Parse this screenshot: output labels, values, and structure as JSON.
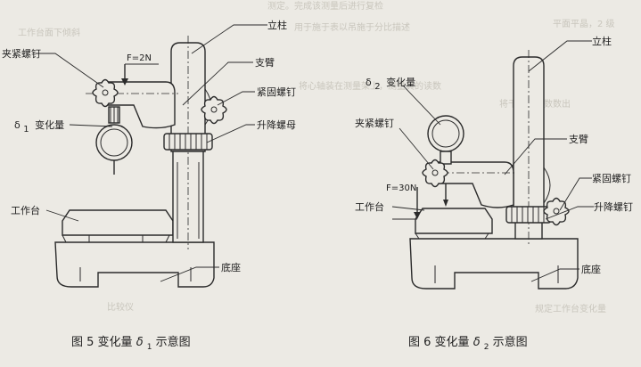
{
  "figure5": {
    "label_column": "立柱",
    "label_arm": "支臂",
    "label_clamp_screw": "夹紧螺钉",
    "label_fix_screw": "紧固螺钉",
    "label_lift_nut": "升降螺母",
    "label_variation_prefix": "δ",
    "label_variation_sub": "1",
    "label_variation_text": "变化量",
    "label_worktable": "工作台",
    "label_base": "底座",
    "force": "F=2N",
    "caption_prefix": "图 5   变化量",
    "caption_delta": "δ",
    "caption_sub": "1",
    "caption_suffix": "示意图"
  },
  "figure6": {
    "label_column": "立柱",
    "label_arm": "支臂",
    "label_clamp_screw": "夹紧螺钉",
    "label_fix_screw": "紧固螺钉",
    "label_lift_screw": "升降螺钉",
    "label_variation_prefix": "δ",
    "label_variation_sub": "2",
    "label_variation_text": "变化量",
    "label_worktable": "工作台",
    "label_base": "底座",
    "force": "F=30N",
    "caption_prefix": "图 6   变化量",
    "caption_delta": "δ",
    "caption_sub": "2",
    "caption_suffix": "示意图"
  },
  "background_text": {
    "line1": "测定。完成该测量后进行复检",
    "line2": "工作台面下倾斜",
    "line3": "用于施于表以吊施于分比描述",
    "line4": "平面平晶，2 级",
    "line5": "将心轴装在测量架上，测量其的读数",
    "line6": "将千分尺读数数出",
    "line7": "规定工作台变化量",
    "line8": "比较仪"
  }
}
